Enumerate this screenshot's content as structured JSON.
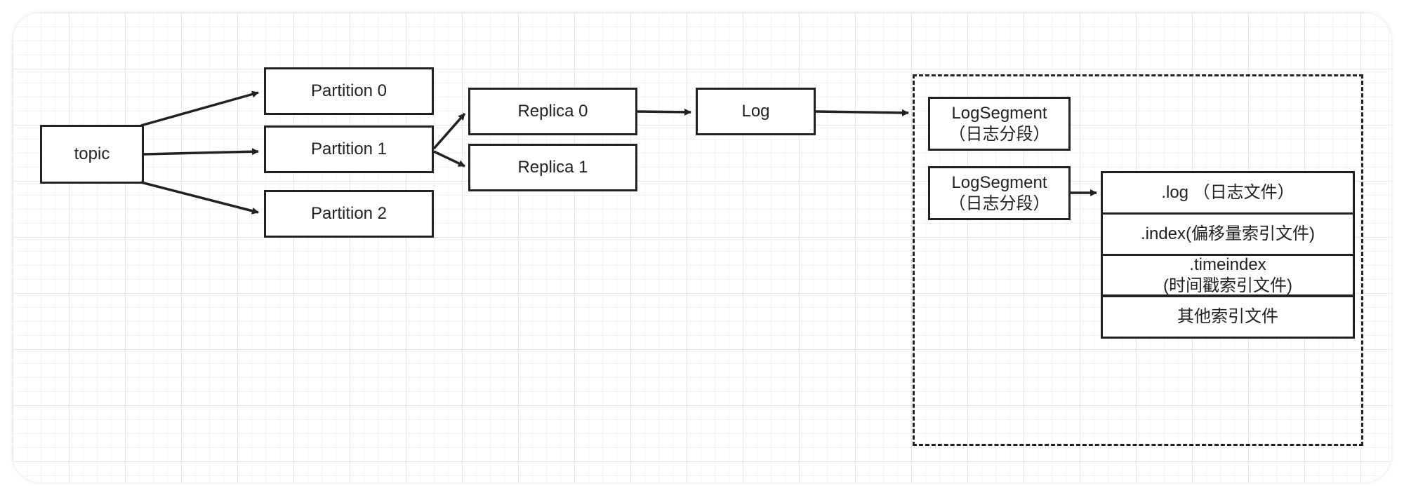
{
  "diagram": {
    "nodes": {
      "topic": "topic",
      "partition_0": "Partition 0",
      "partition_1": "Partition 1",
      "partition_2": "Partition 2",
      "replica_0": "Replica 0",
      "replica_1": "Replica 1",
      "log": "Log",
      "logsegment_1": {
        "line1": "LogSegment",
        "line2": "（日志分段）"
      },
      "logsegment_2": {
        "line1": "LogSegment",
        "line2": "（日志分段）"
      },
      "file_log": ".log （日志文件）",
      "file_index": ".index(偏移量索引文件)",
      "file_timeindex": {
        "line1": ".timeindex",
        "line2": "(时间戳索引文件)"
      },
      "file_other": "其他索引文件"
    },
    "edges": [
      {
        "from": "topic",
        "to": "Partition 0"
      },
      {
        "from": "topic",
        "to": "Partition 1"
      },
      {
        "from": "topic",
        "to": "Partition 2"
      },
      {
        "from": "Partition 1",
        "to": "Replica 0"
      },
      {
        "from": "Partition 1",
        "to": "Replica 1"
      },
      {
        "from": "Replica 0",
        "to": "Log"
      },
      {
        "from": "Log",
        "to": "LogSegment group"
      },
      {
        "from": "LogSegment",
        "to": ".log （日志文件）"
      }
    ]
  }
}
